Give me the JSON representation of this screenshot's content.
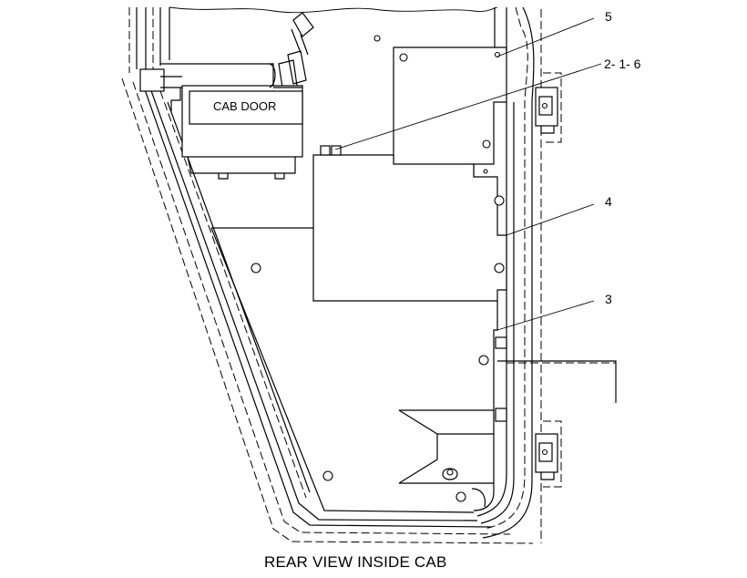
{
  "callouts": {
    "c5": "5",
    "c216": "2- 1- 6",
    "c4": "4",
    "c3": "3"
  },
  "labels": {
    "cab_door": "CAB DOOR"
  },
  "caption": "REAR VIEW INSIDE CAB"
}
